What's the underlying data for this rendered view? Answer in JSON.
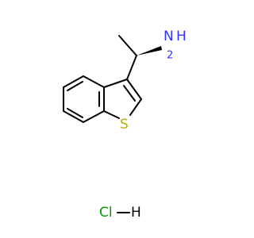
{
  "molecule": {
    "atoms": {
      "amine": {
        "element": "N",
        "hydrogens": "H",
        "subscript": "2"
      },
      "sulfur": {
        "element": "S"
      },
      "salt": {
        "left": "Cl",
        "right": "H"
      }
    },
    "colors": {
      "bond": "#000000",
      "nitrogen": "#3333ff",
      "sulfur": "#b3b300",
      "chlorine": "#00a000",
      "hydrogen": "#000000"
    }
  }
}
